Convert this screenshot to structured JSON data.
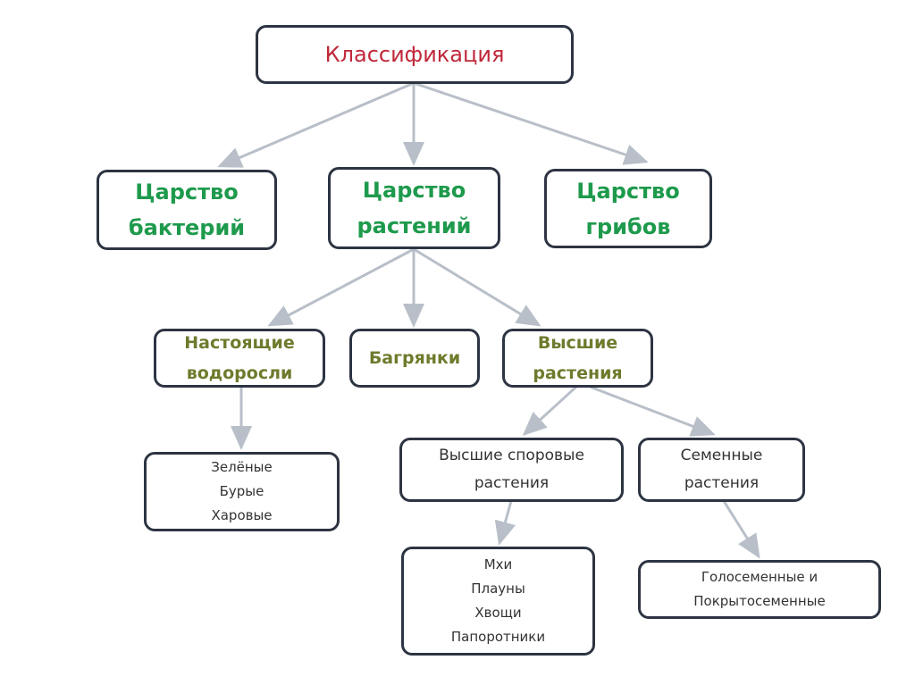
{
  "root": "Классификация",
  "kingdoms": [
    [
      "Царство",
      "бактерий"
    ],
    [
      "Царство",
      "растений"
    ],
    [
      "Царство",
      "грибов"
    ]
  ],
  "plant_groups": [
    [
      "Настоящие",
      "водоросли"
    ],
    [
      "Багрянки"
    ],
    [
      "Высшие",
      "растения"
    ]
  ],
  "algae_types": [
    "Зелёные",
    "Бурые",
    "Харовые"
  ],
  "higher_groups": [
    [
      "Высшие споровые",
      "растения"
    ],
    [
      "Семенные",
      "растения"
    ]
  ],
  "spore_types": [
    "Мхи",
    "Плауны",
    "Хвощи",
    "Папоротники"
  ],
  "seed_types": [
    "Голосеменные и",
    "Покрытосеменные"
  ],
  "colors": {
    "border": "#2d3442",
    "root_text": "#c0283a",
    "kingdom_text": "#1e9a4c",
    "group_text": "#6e7b2c",
    "arrow": "#b8bfc8"
  }
}
